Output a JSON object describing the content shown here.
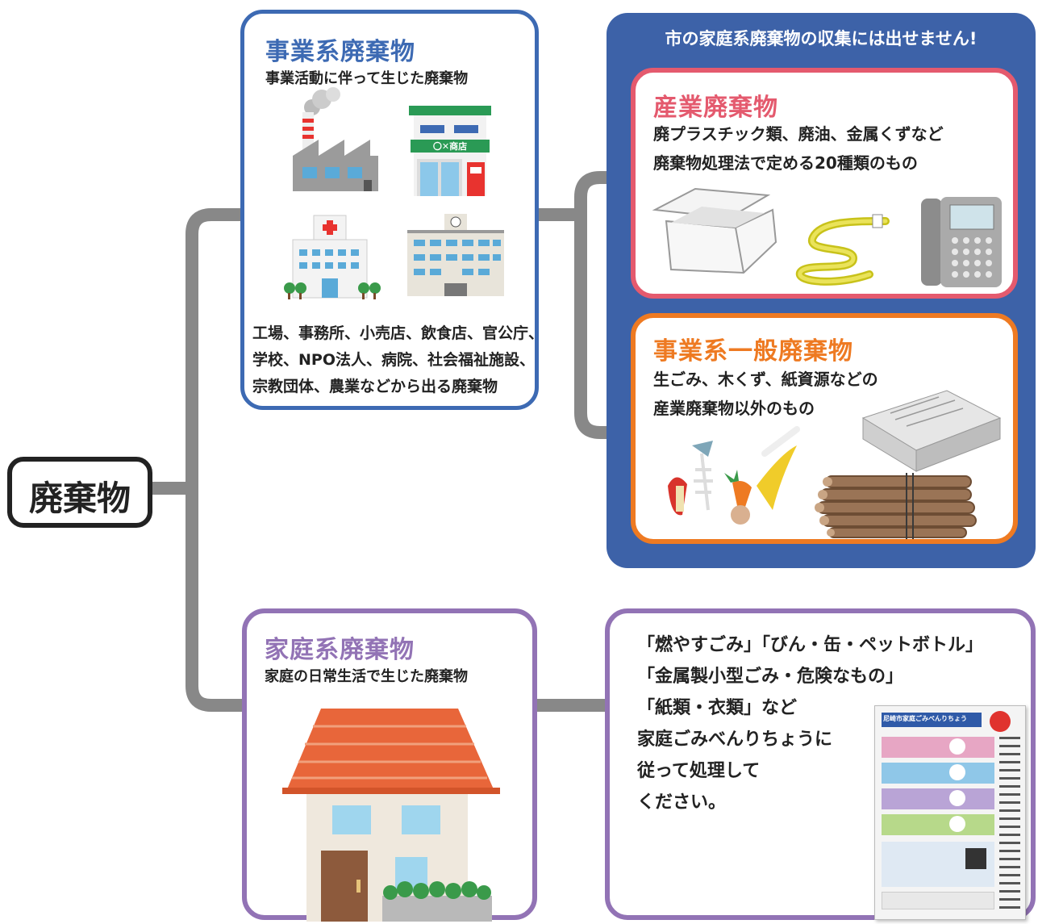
{
  "root": {
    "label": "廃棄物"
  },
  "business": {
    "title": "事業系廃棄物",
    "subtitle": "事業活動に伴って生じた廃棄物",
    "shop_sign": "〇✕商店",
    "description_lines": [
      "工場、事務所、小売店、飲食店、官公庁、",
      "学校、NPO法人、病院、社会福祉施設、",
      "宗教団体、農業などから出る廃棄物"
    ]
  },
  "notice": {
    "text": "市の家庭系廃棄物の収集には出せません!"
  },
  "industrial": {
    "title": "産業廃棄物",
    "lines": [
      "廃プラスチック類、廃油、金属くずなど",
      "廃棄物処理法で定める20種類のもの"
    ]
  },
  "general_business": {
    "title": "事業系一般廃棄物",
    "lines": [
      "生ごみ、木くず、紙資源などの",
      "産業廃棄物以外のもの"
    ]
  },
  "household": {
    "title": "家庭系廃棄物",
    "subtitle": "家庭の日常生活で生じた廃棄物"
  },
  "household_info": {
    "lines": [
      "「燃やすごみ」「びん・缶・ペットボトル」",
      "「金属製小型ごみ・危険なもの」",
      "「紙類・衣類」など",
      "家庭ごみべんりちょうに",
      "従って処理して",
      "ください。"
    ],
    "booklet_title": "尼崎市家庭ごみべんりちょう"
  },
  "colors": {
    "connector": "#888888",
    "business_border": "#3d6ab3",
    "notice_panel": "#3d62a8",
    "industrial": "#e45a6e",
    "general_business": "#ee7a22",
    "household": "#9273b5"
  }
}
